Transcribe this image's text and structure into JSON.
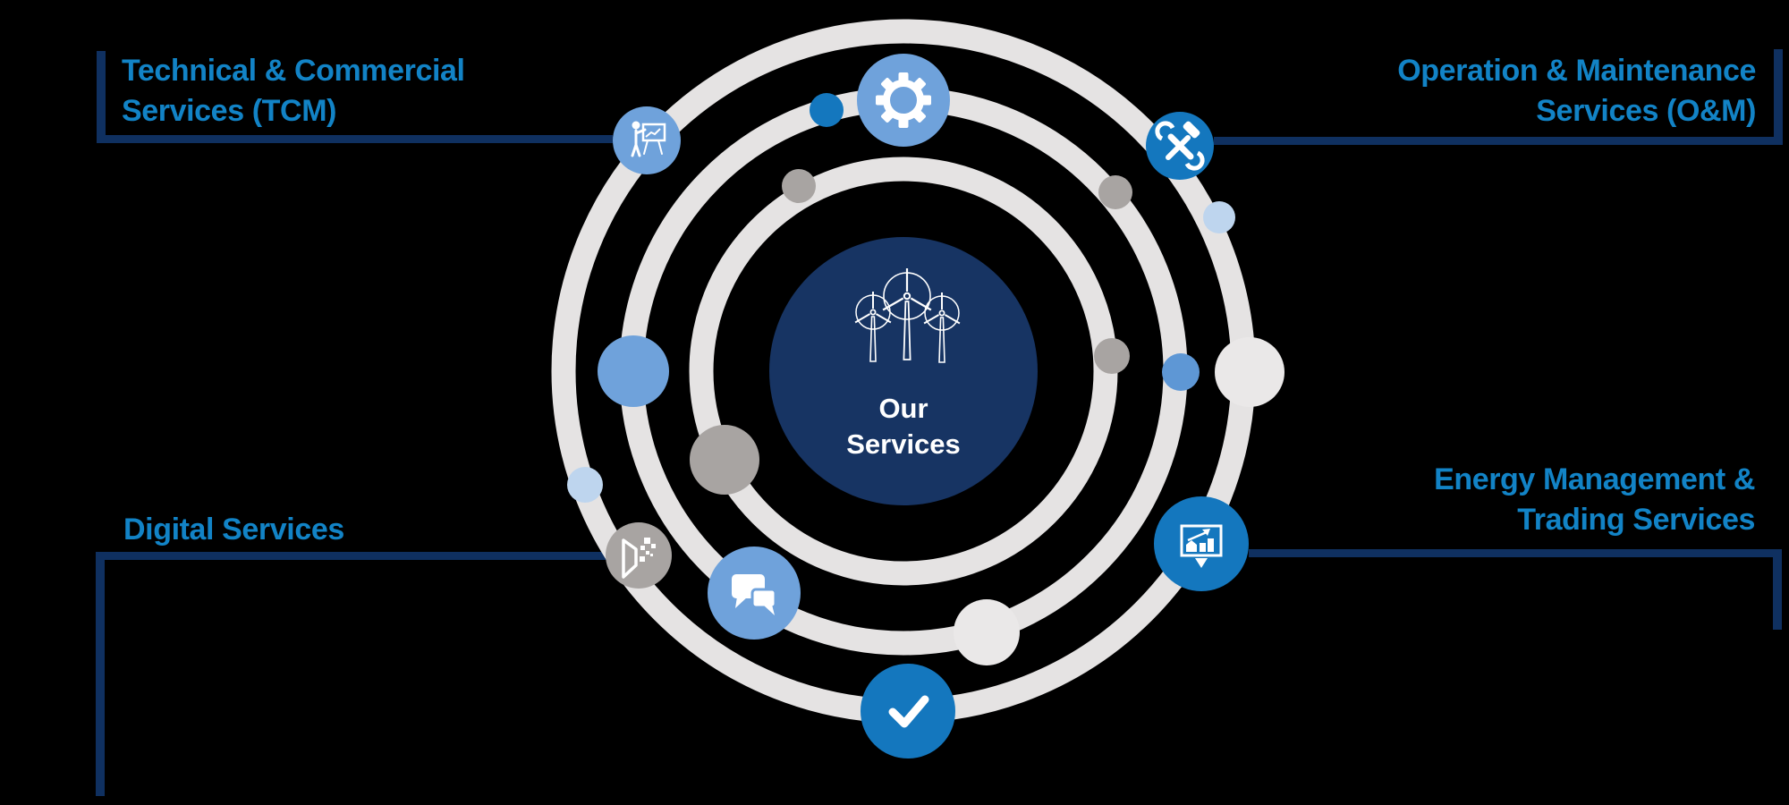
{
  "diagram": {
    "center_title": "Our\nServices",
    "labels": {
      "tcm": "Technical & Commercial\nServices (TCM)",
      "oam": "Operation & Maintenance\nServices (O&M)",
      "digital": "Digital Services",
      "energy": "Energy Management &\nTrading Services"
    },
    "icons": {
      "center": "wind-turbines-icon",
      "gear": "gear-icon",
      "presenter": "presenter-easel-icon",
      "tools": "wrench-hammer-icon",
      "chart": "bar-chart-growth-icon",
      "big_data": "big-data-icon",
      "chat": "chat-bubbles-icon",
      "check": "checkmark-icon"
    },
    "colors": {
      "background": "#000000",
      "label_text": "#1283C6",
      "bracket_line": "#0F3060",
      "center_circle": "#173463",
      "orbit_ring": "#E5E3E3",
      "strong_blue": "#1477BE",
      "medium_blue": "#6FA2DB",
      "accent_blue": "#5E97D5",
      "light_blue": "#BED5EE",
      "gray": "#A8A4A2",
      "light_gray": "#EAE8E8",
      "icon_white": "#FFFFFF"
    }
  }
}
